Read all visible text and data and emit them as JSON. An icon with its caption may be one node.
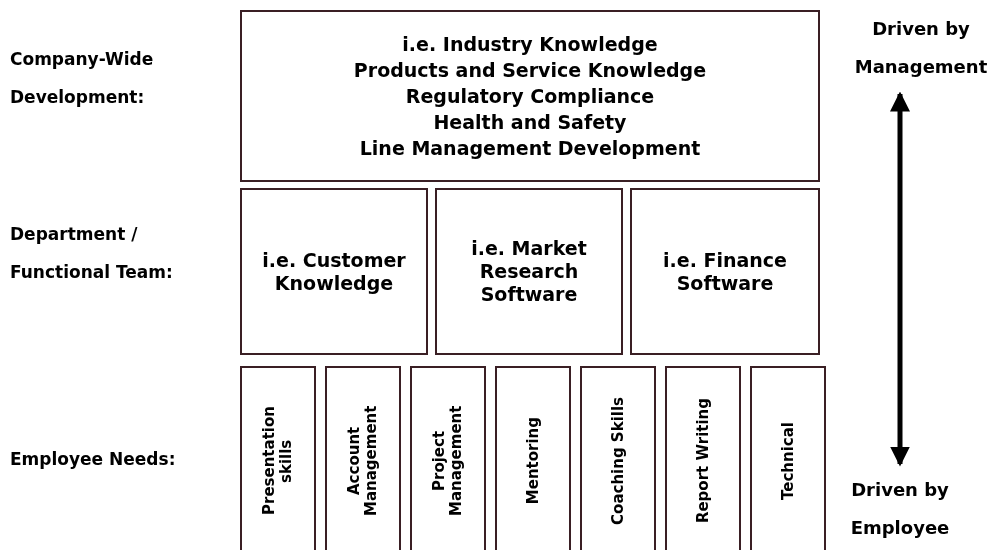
{
  "diagram": {
    "nodes": [
      {
        "text": [
          "i.e. Industry Knowledge",
          "Products and Service Knowledge",
          "Regulatory Compliance",
          "Health and Safety",
          "Line Management Development"
        ]
      },
      {
        "text": [
          "i.e. Customer Knowledge"
        ]
      },
      {
        "text": [
          "i.e. Market Research Software"
        ]
      },
      {
        "text": [
          "i.e. Finance Software"
        ]
      },
      {
        "text": [
          "Presentation skills"
        ]
      },
      {
        "text": [
          "Account Management"
        ]
      },
      {
        "text": [
          "Project Management"
        ]
      },
      {
        "text": [
          "Mentoring"
        ]
      },
      {
        "text": [
          "Coaching Skills"
        ]
      },
      {
        "text": [
          "Report Writing"
        ]
      },
      {
        "text": [
          "Technical"
        ]
      },
      {
        "text": [
          "Driven by Management"
        ]
      },
      {
        "text": [
          "Driven by Employee"
        ]
      }
    ],
    "edges": [
      {
        "from": 11,
        "to": 12,
        "arrow": "both"
      }
    ],
    "labels": [
      "Company-Wide Development:",
      "Department / Functional Team:",
      "Employee Needs:"
    ]
  }
}
